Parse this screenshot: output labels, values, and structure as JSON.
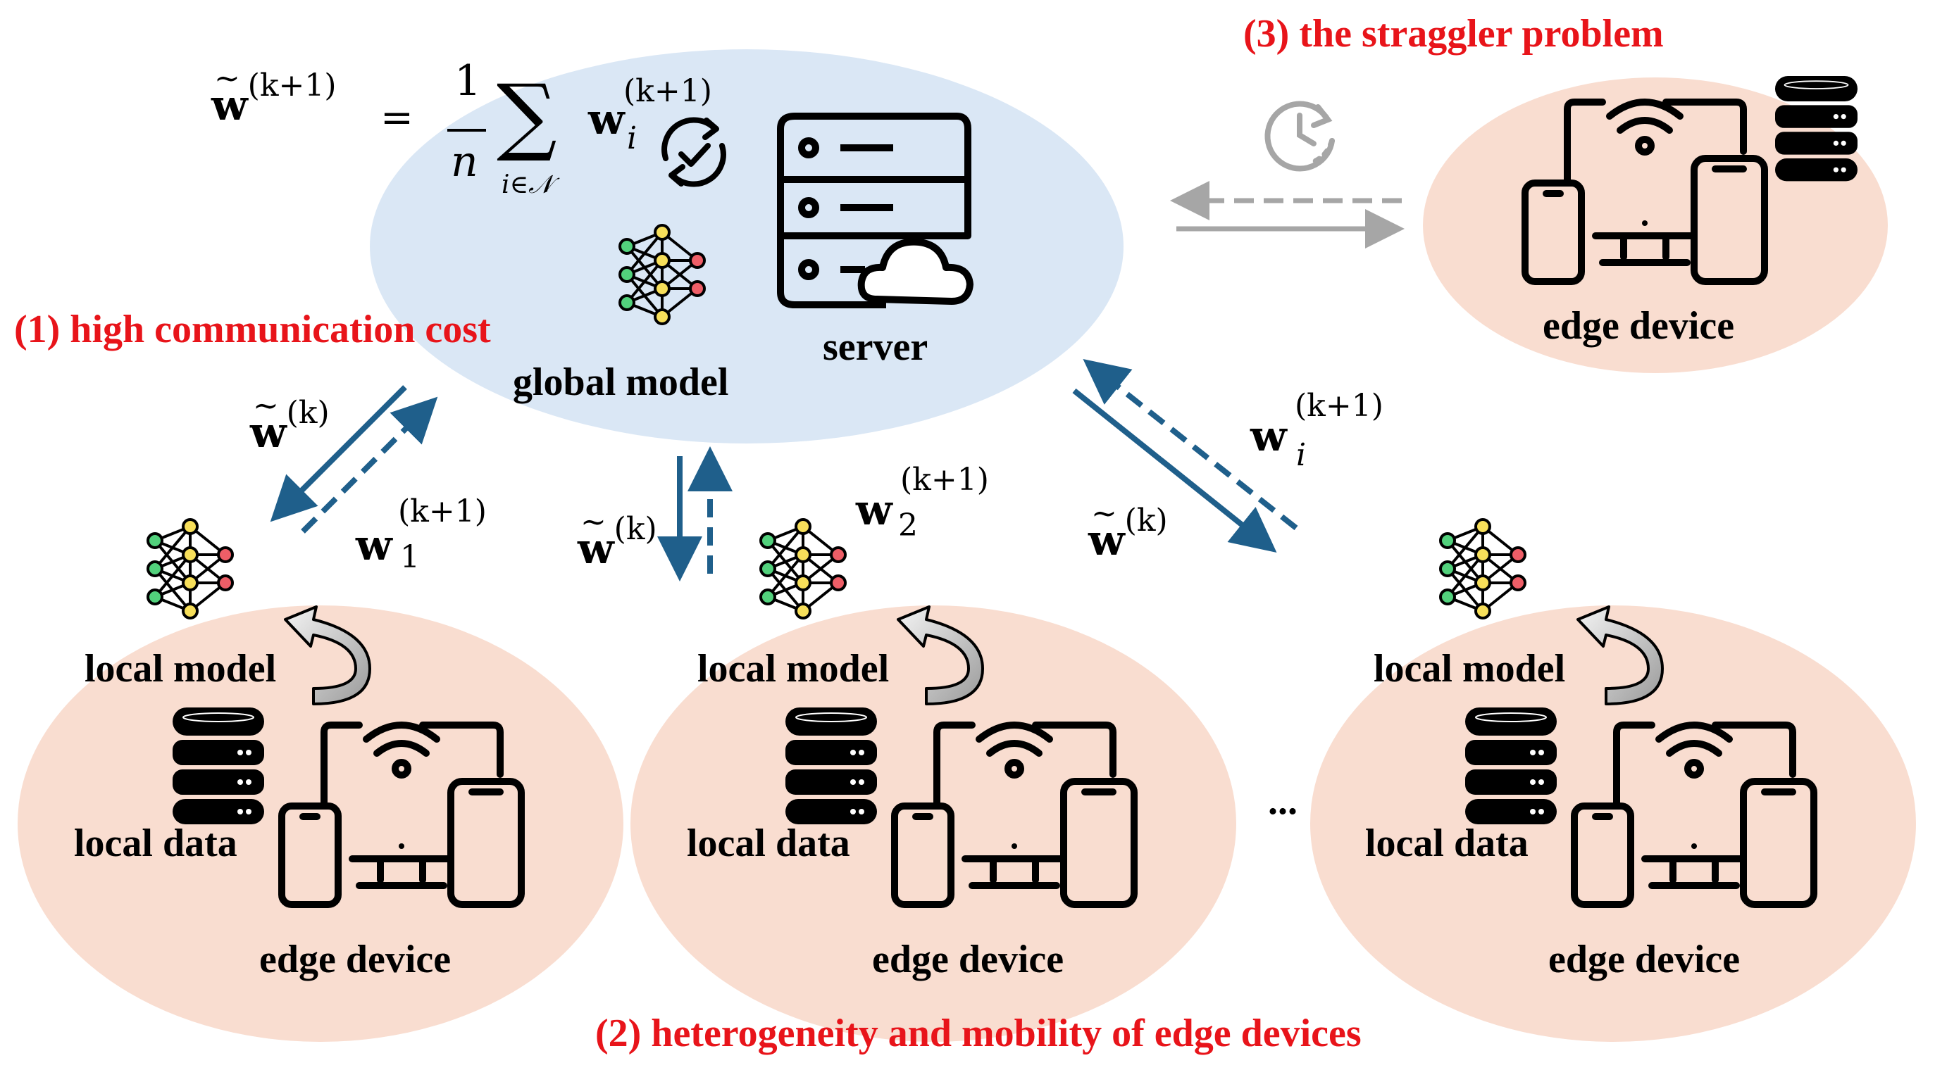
{
  "problems": {
    "p1": "(1) high communication cost",
    "p2": "(2) heterogeneity and mobility of edge devices",
    "p3": "(3) the straggler problem"
  },
  "labels": {
    "global_model": "global model",
    "server": "server",
    "local_model": "local model",
    "local_data": "local data",
    "edge_device": "edge device",
    "ellipsis": "..."
  },
  "math": {
    "w": "w",
    "k": "(k)",
    "k1": "(k+1)",
    "sub_1": "1",
    "sub_2": "2",
    "sub_i": "i",
    "eq_rhs_frac_num": "1",
    "eq_rhs_frac_den": "n",
    "eq_sum_sub": "i∈𝒩",
    "eq_sum": "∑",
    "eq_equals": "="
  },
  "colors": {
    "server_ellipse": "#dae7f5",
    "device_ellipse": "#f9ddd0",
    "arrow_blue": "#1f5f8b",
    "arrow_gray": "#a6a6a6",
    "problem_red": "#e8141a",
    "node_green": "#52d17c",
    "node_yellow": "#f7df5a",
    "node_red": "#ee5e67"
  },
  "icons": [
    "server-icon",
    "cloud-icon",
    "sync-check-icon",
    "neural-network-icon",
    "database-icon",
    "wifi-icon",
    "edge-devices-icon",
    "clock-icon",
    "curved-arrow-icon"
  ]
}
